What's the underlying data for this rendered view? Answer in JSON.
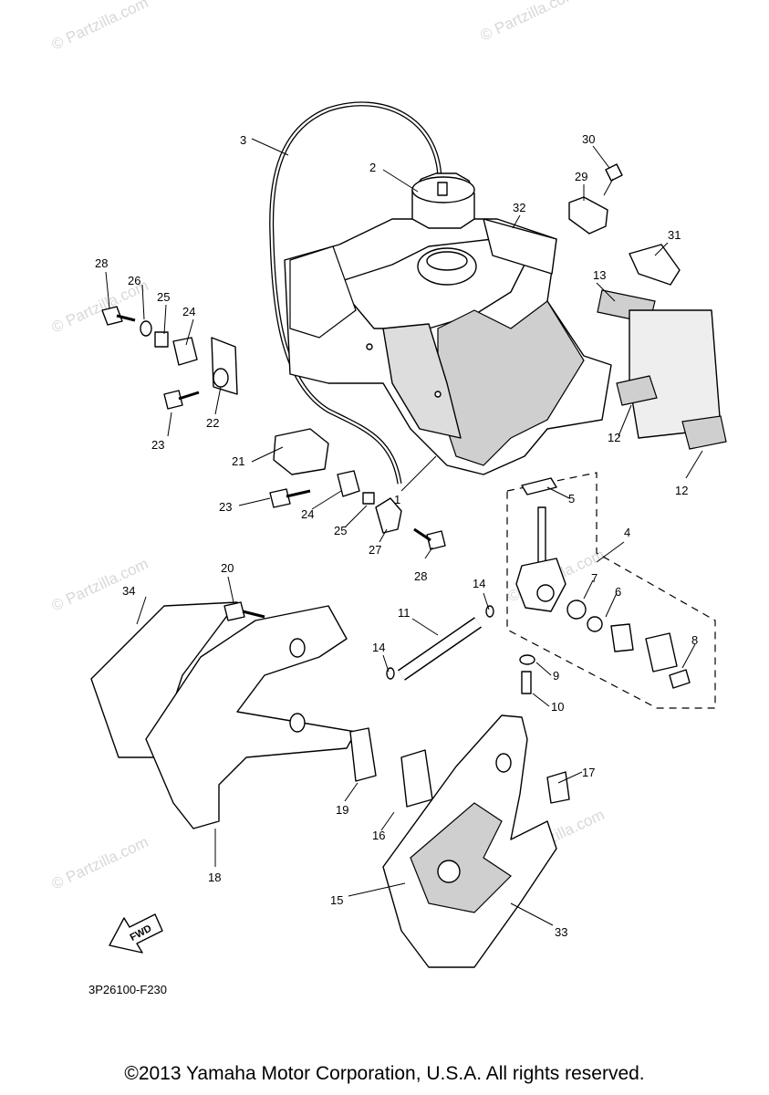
{
  "diagram_code": "3P26100-F230",
  "copyright": "©2013 Yamaha Motor Corporation, U.S.A. All rights reserved.",
  "watermark": "© Partzilla.com",
  "fwd_label": "FWD",
  "callouts": [
    "1",
    "2",
    "3",
    "4",
    "5",
    "6",
    "7",
    "8",
    "9",
    "10",
    "11",
    "12",
    "12",
    "13",
    "14",
    "14",
    "15",
    "16",
    "17",
    "18",
    "19",
    "20",
    "21",
    "22",
    "23",
    "23",
    "24",
    "24",
    "25",
    "25",
    "26",
    "27",
    "28",
    "28",
    "29",
    "30",
    "31",
    "32",
    "33",
    "34"
  ]
}
